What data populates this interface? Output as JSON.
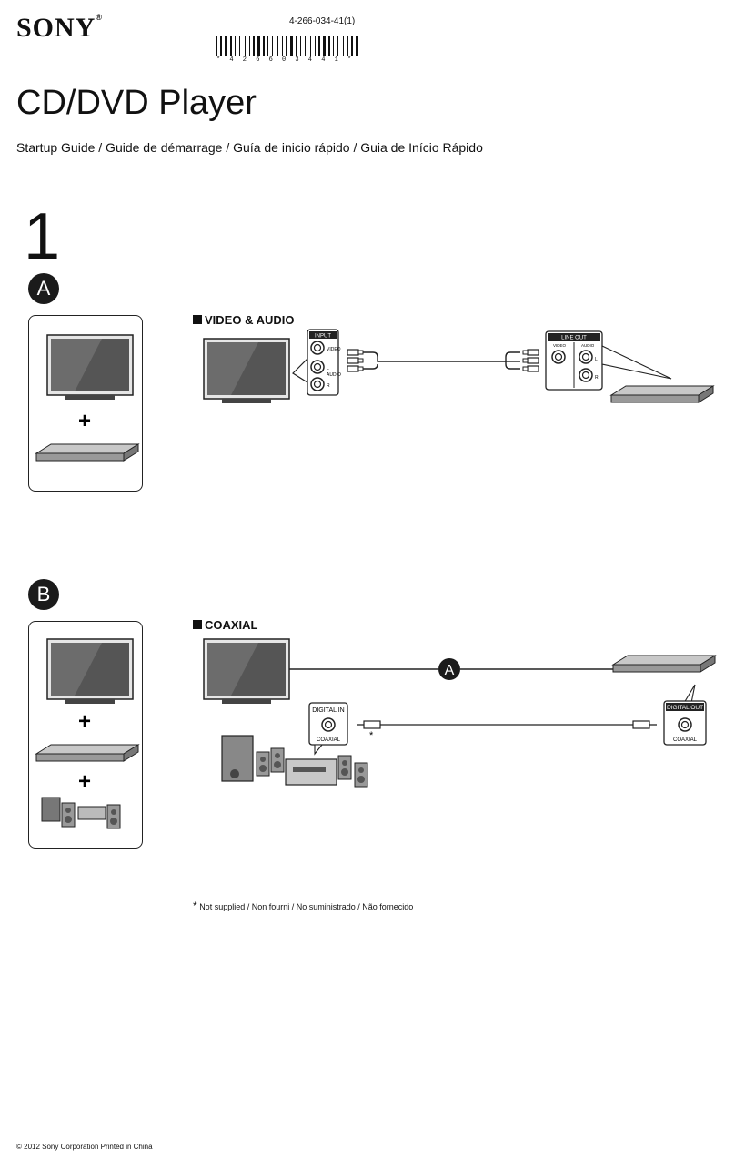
{
  "brand": "SONY",
  "brand_reg": "®",
  "part_number": "4-266-034-41(1)",
  "barcode_text": "* 4 2 6 6 0 3 4 4 1 *",
  "title": "CD/DVD Player",
  "subtitle": "Startup Guide / Guide de démarrage / Guía de inicio rápido / Guia de Início Rápido",
  "step_number": "1",
  "section_a": {
    "badge": "A",
    "heading": "VIDEO & AUDIO",
    "tv_jack_title": "INPUT",
    "tv_jack_labels": [
      "VIDEO",
      "L",
      "AUDIO",
      "R"
    ],
    "player_jack_title": "LINE OUT",
    "player_jack_labels": [
      "VIDEO",
      "AUDIO",
      "L",
      "R"
    ]
  },
  "section_b": {
    "badge": "B",
    "heading": "COAXIAL",
    "cable_badge": "A",
    "receiver_jack_title": "DIGITAL IN",
    "receiver_jack_label": "COAXIAL",
    "player_jack_title": "DIGITAL OUT",
    "player_jack_label": "COAXIAL",
    "asterisk": "*"
  },
  "plus": "+",
  "footnote_mark": "*",
  "footnote": "Not supplied / Non fourni / No suministrado / Não fornecido",
  "copyright": "© 2012 Sony Corporation Printed in China"
}
